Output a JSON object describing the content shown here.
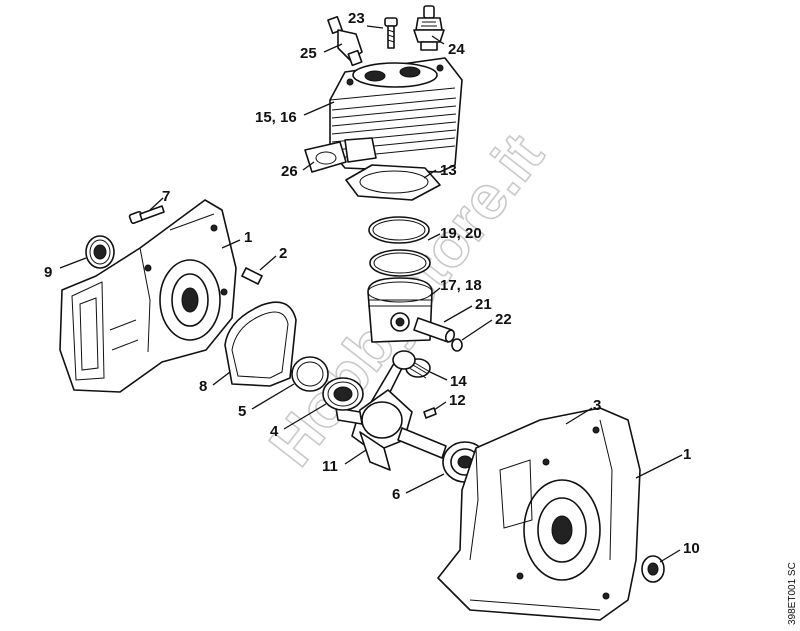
{
  "callouts": {
    "c1a": "1",
    "c1b": "1",
    "c2": "2",
    "c3": "3",
    "c4": "4",
    "c5": "5",
    "c6": "6",
    "c7": "7",
    "c8": "8",
    "c9": "9",
    "c10": "10",
    "c11": "11",
    "c12": "12",
    "c13": "13",
    "c14": "14",
    "c15_16": "15, 16",
    "c17_18": "17, 18",
    "c19_20": "19, 20",
    "c21": "21",
    "c22": "22",
    "c23": "23",
    "c24": "24",
    "c25": "25",
    "c26": "26"
  },
  "watermark": "Hobbystore.it",
  "doc_id": "398ET001 SC"
}
